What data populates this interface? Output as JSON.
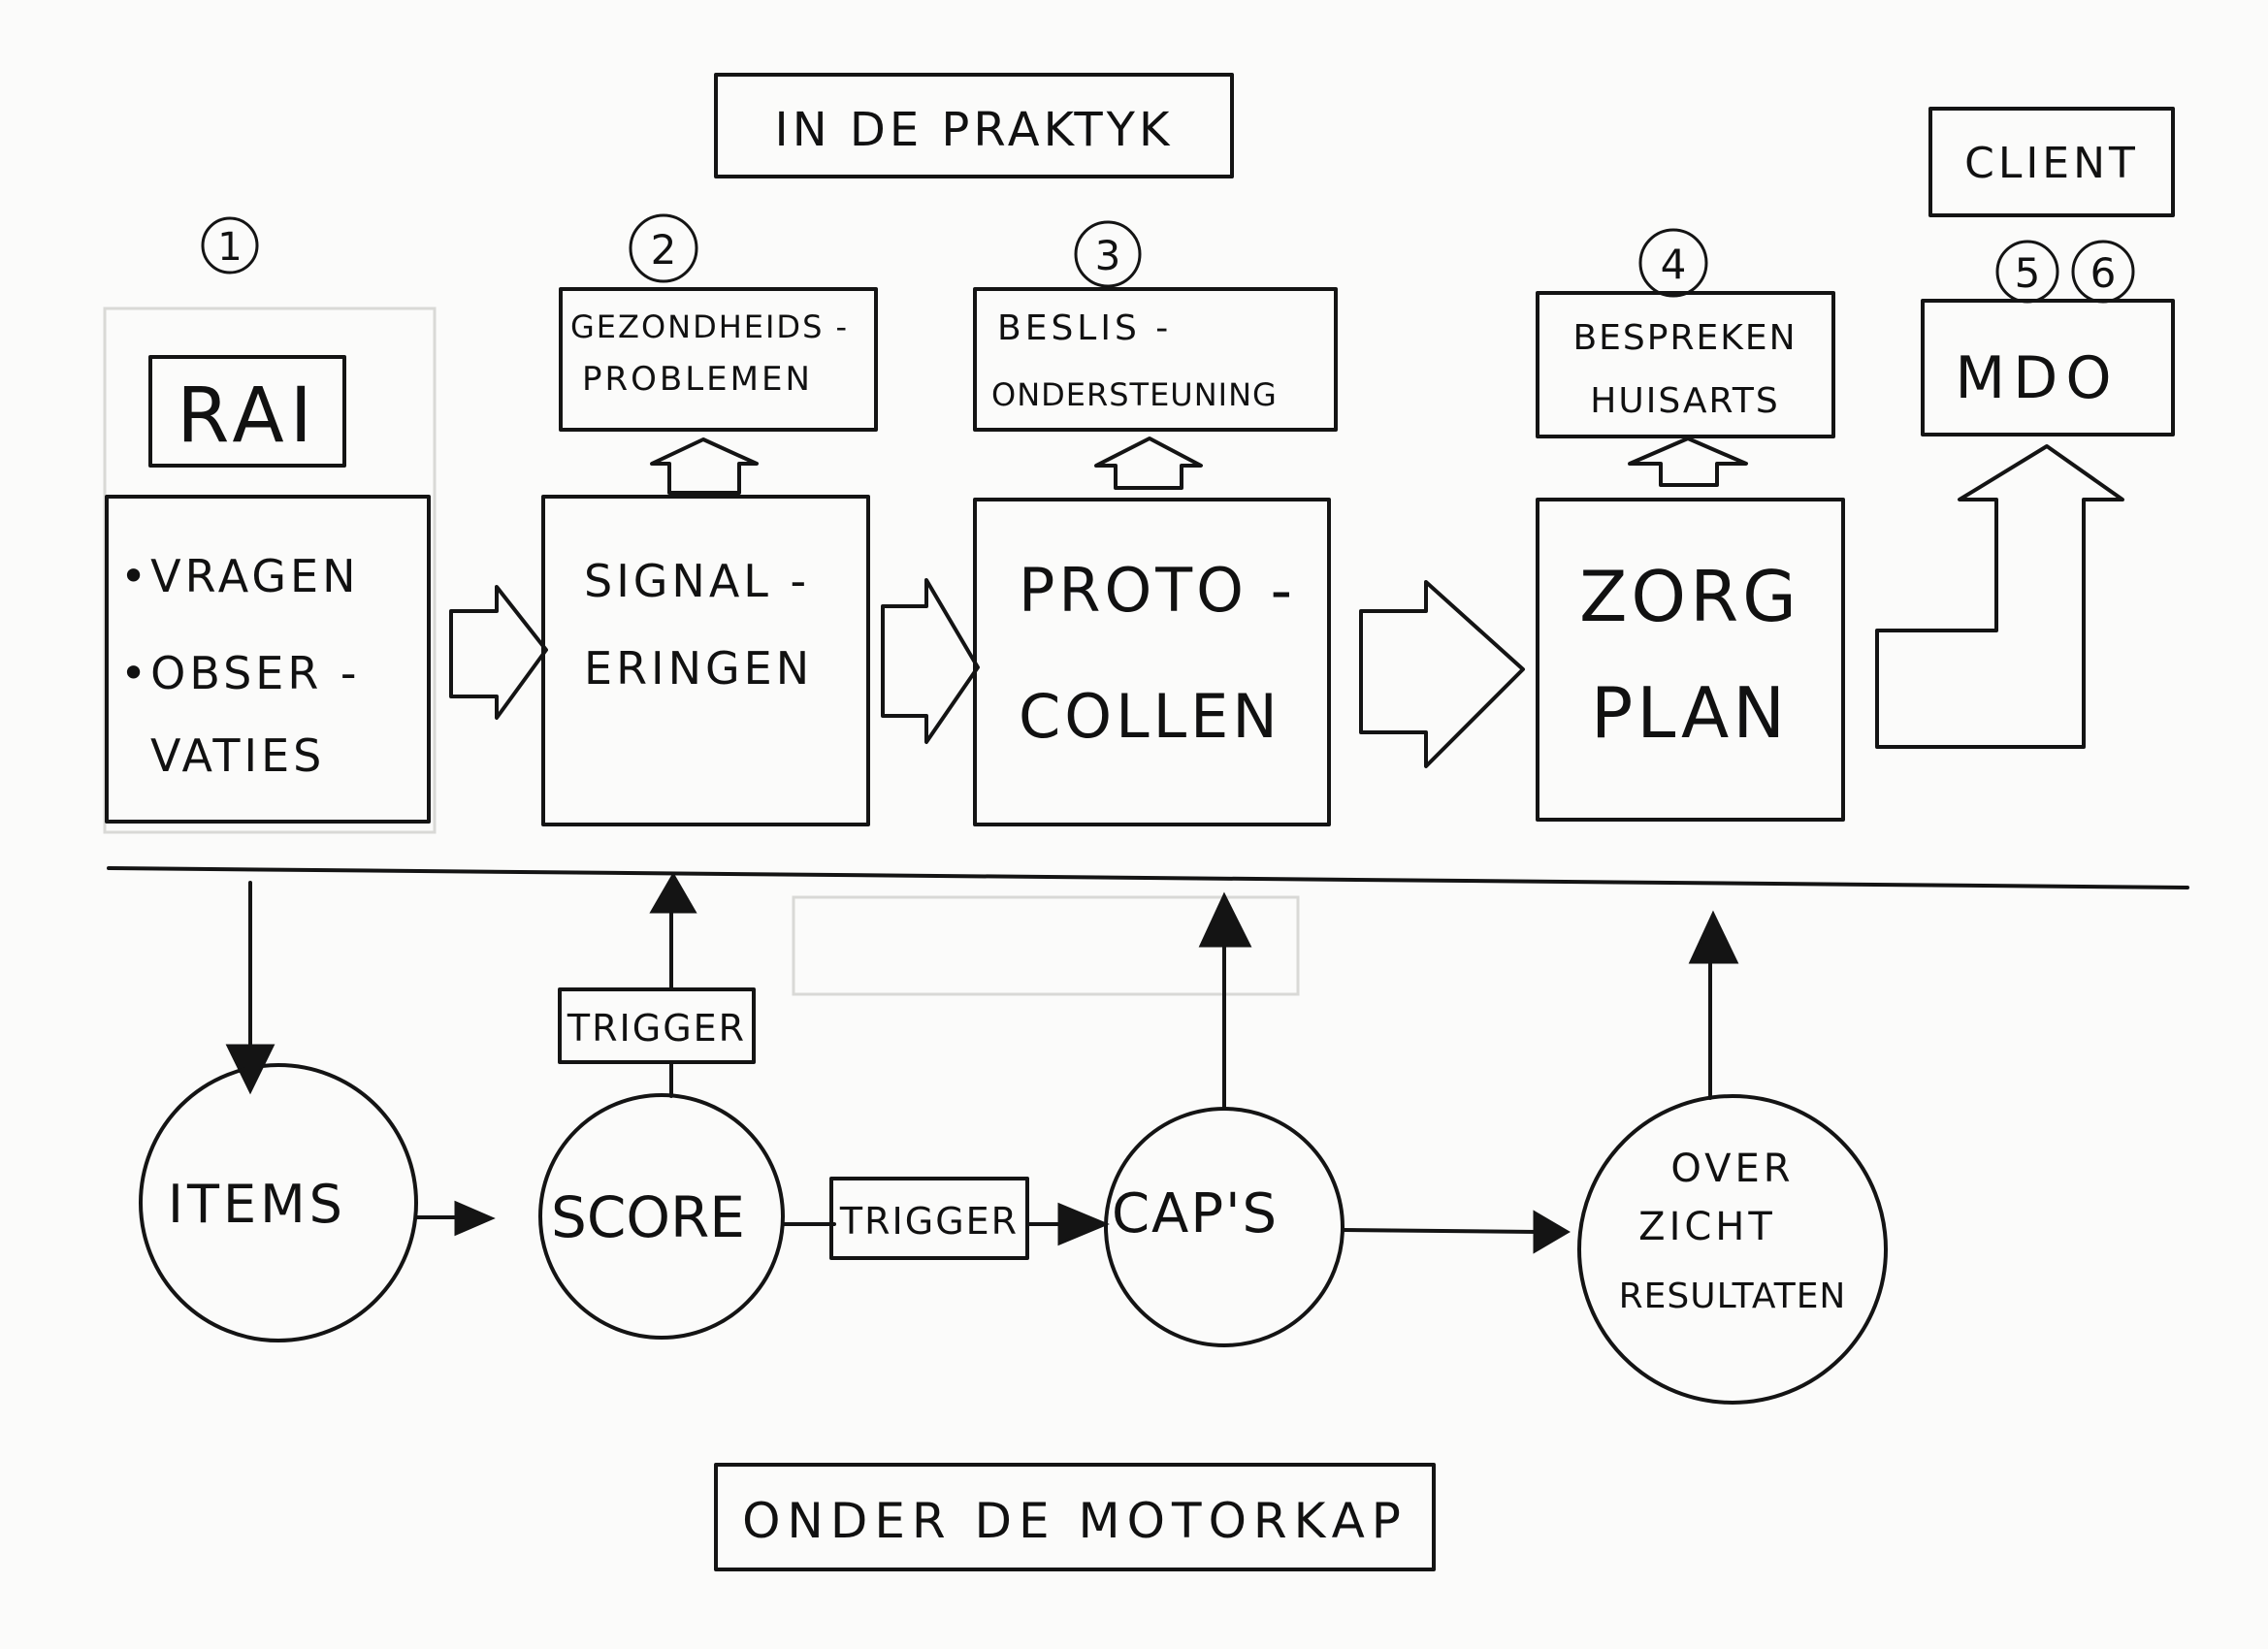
{
  "top_title": "IN DE PRAKTYK",
  "bottom_title": "ONDER DE MOTORKAP",
  "client_label": "CLIENT",
  "step_numbers": [
    "1",
    "2",
    "3",
    "4",
    "5",
    "6"
  ],
  "rai": {
    "title": "RAI",
    "lines": [
      "•VRAGEN",
      "•OBSER -",
      "VATIES"
    ]
  },
  "process_boxes": [
    {
      "lines": [
        "SIGNAL -",
        "ERINGEN"
      ]
    },
    {
      "lines": [
        "PROTO -",
        "COLLEN"
      ]
    },
    {
      "lines": [
        "ZORG",
        "PLAN"
      ]
    }
  ],
  "output_boxes": [
    {
      "lines": [
        "GEZONDHEIDS -",
        "PROBLEMEN"
      ]
    },
    {
      "lines": [
        "BESLIS -",
        "ONDERSTEUNING"
      ]
    },
    {
      "lines": [
        "BESPREKEN",
        "HUISARTS"
      ]
    },
    {
      "lines": [
        "MDO"
      ]
    }
  ],
  "circles": [
    {
      "lines": [
        "ITEMS"
      ]
    },
    {
      "lines": [
        "SCORE"
      ]
    },
    {
      "lines": [
        "CAP'S"
      ]
    },
    {
      "lines": [
        "OVER",
        "ZICHT",
        "RESULTATEN"
      ]
    }
  ],
  "trigger_labels": [
    "TRIGGER",
    "TRIGGER"
  ],
  "colors": {
    "ink": "#141414",
    "paper": "#fbfbfa"
  }
}
